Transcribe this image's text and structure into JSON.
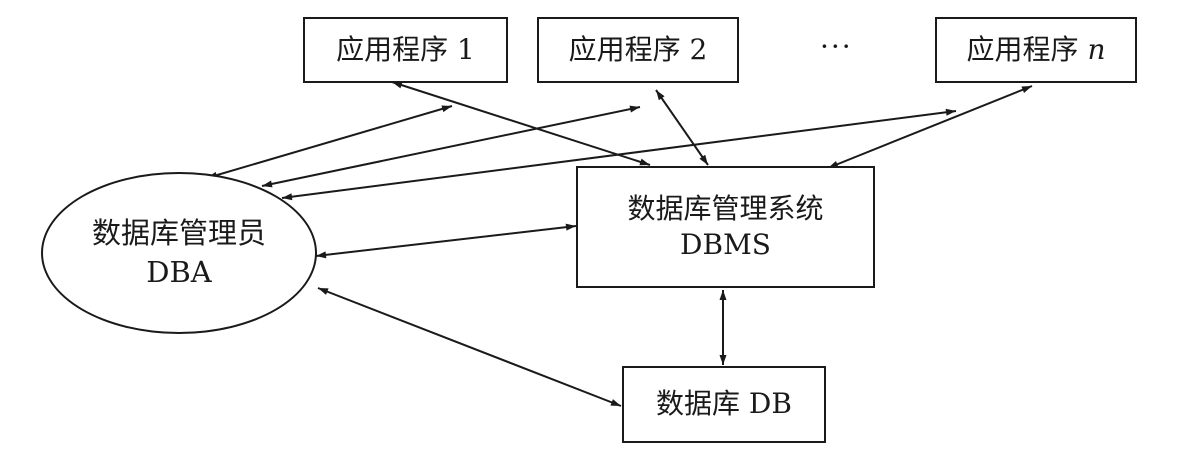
{
  "app1": {
    "label": "应用程序 1"
  },
  "app2": {
    "label": "应用程序 2"
  },
  "ellipsis": "···",
  "appn": {
    "label_prefix": "应用程序",
    "label_var": "n"
  },
  "dbms": {
    "line1": "数据库管理系统",
    "line2": "DBMS"
  },
  "dba": {
    "line1": "数据库管理员",
    "line2": "DBA"
  },
  "db": {
    "label": "数据库 DB"
  }
}
